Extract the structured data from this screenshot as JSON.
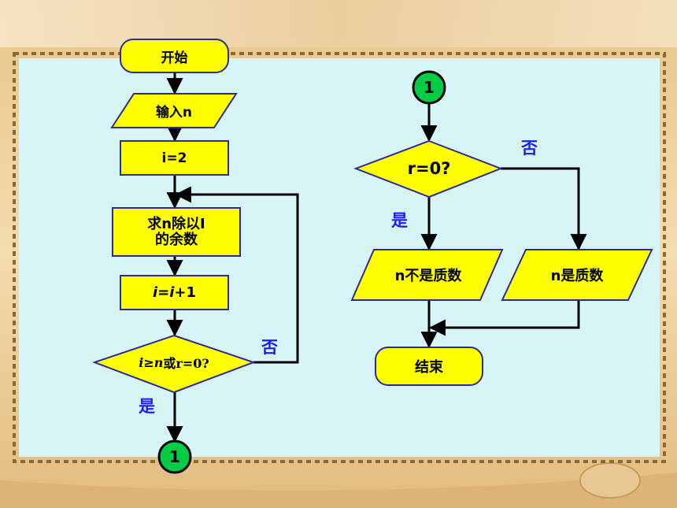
{
  "colors": {
    "node_fill": "#ffff00",
    "node_stroke": "#2b2b9a",
    "connector_fill": "#00cc44",
    "label_color": "#1a1aff",
    "panel": "#d7f4f6"
  },
  "left_flow": {
    "start": "开始",
    "input": "输入n",
    "init": "i=2",
    "remainder_line1": "求n除以I",
    "remainder_line2": "的余数",
    "increment_i1": "i",
    "increment_eq": "=",
    "increment_i2": "i",
    "increment_rest": "+1",
    "decision_i": "i",
    "decision_ge": "≥",
    "decision_n": "n",
    "decision_rest": "或r=0?",
    "no_label": "否",
    "yes_label": "是",
    "connector": "1"
  },
  "right_flow": {
    "connector": "1",
    "decision": "r=0?",
    "no_label": "否",
    "yes_label": "是",
    "not_prime": "n不是质数",
    "is_prime": "n是质数",
    "end": "结束"
  }
}
